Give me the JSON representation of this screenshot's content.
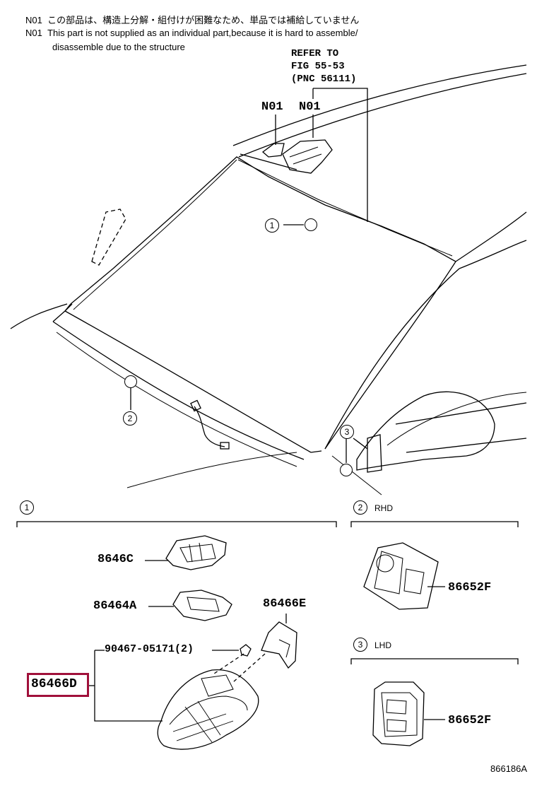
{
  "notes": {
    "line1_code": "N01",
    "line1_text": "この部品は、構造上分解・組付けが困難なため、単品では補給していません",
    "line2_code": "N01",
    "line2_text": "This part is not supplied as an individual part,because it is hard to assemble/",
    "line3_text": "disassemble due to the structure"
  },
  "refer": {
    "line1": "REFER TO",
    "line2": "FIG 55-53",
    "line3": "(PNC 56111)"
  },
  "n01_labels": [
    "N01",
    "N01"
  ],
  "callouts": {
    "c1": "1",
    "c2": "2",
    "c3": "3"
  },
  "sections": {
    "s1_num": "1",
    "s2_num": "2",
    "s2_label": "RHD",
    "s3_num": "3",
    "s3_label": "LHD"
  },
  "parts": {
    "p1": "8646C",
    "p2": "86464A",
    "p3": "86466E",
    "p4": "90467-05171(2)",
    "p5": "86466D",
    "p6": "86652F",
    "p7": "86652F"
  },
  "figure_id": "866186A"
}
